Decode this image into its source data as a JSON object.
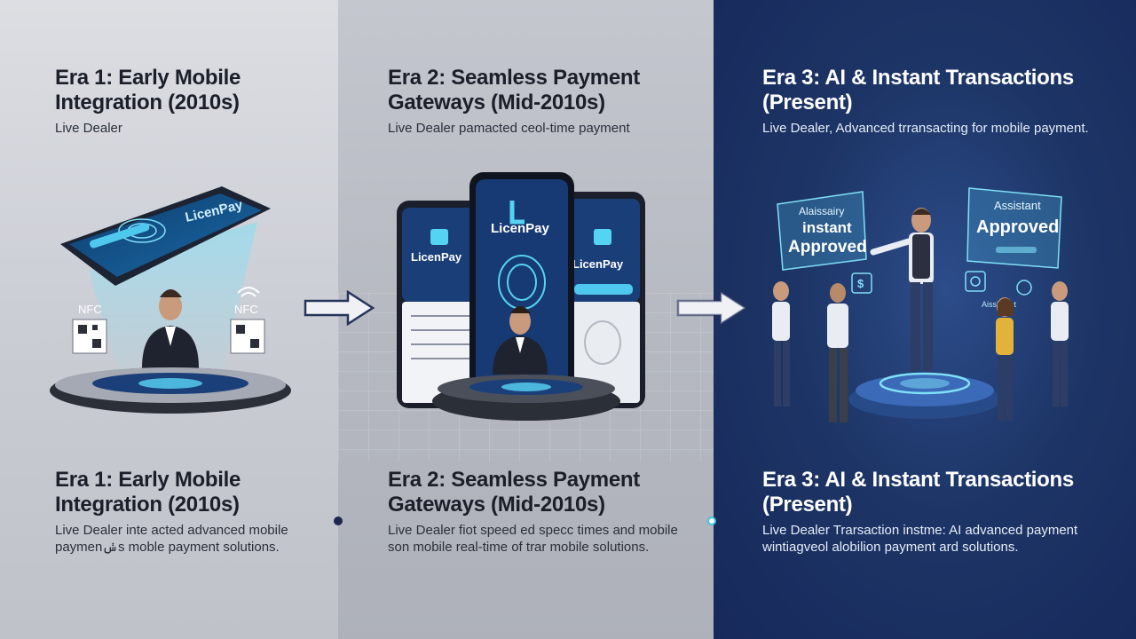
{
  "eras": [
    {
      "title_top": "Era 1: Early Mobile Integration (2010s)",
      "sub_top": "Live Dealer",
      "title_bottom": "Era 1: Early Mobile Integration (2010s)",
      "desc_bottom": "Live Dealer inte acted advanced mobile paymenݭs moble payment solutions.",
      "phone_brand": "LicenPay",
      "nfc_left": "NFC",
      "nfc_right": "NFC"
    },
    {
      "title_top": "Era 2: Seamless Payment Gateways (Mid-2010s)",
      "sub_top": "Live Dealer pamacted ceol-time payment",
      "title_bottom": "Era 2: Seamless Payment Gateways (Mid-2010s)",
      "desc_bottom": "Live Dealer fiot speed ed specc times and mobile son mobile real-time of trar mobile solutions.",
      "phone_left_brand": "LicenPay",
      "phone_center_brand": "LicenPay",
      "phone_right_brand": "LicenPay"
    },
    {
      "title_top": "Era 3: AI & Instant Transactions (Present)",
      "sub_top": "Live Dealer, Advanced trransacting for mobile payment.",
      "title_bottom": "Era 3: AI & Instant Transactions (Present)",
      "desc_bottom": "Live Dealer Trarsaction instme: AI advanced payment wintiagveol alobilion payment ard solutions.",
      "card_left_line1": "Alaissairy",
      "card_left_line2": "instant",
      "card_left_line3": "Approved",
      "card_right_line1": "Assistant",
      "card_right_line2": "Approved",
      "screen_label": "Aissitaant"
    }
  ],
  "colors": {
    "arrow_fill": "#f0f1f4",
    "arrow_stroke": "#26345c",
    "dot_dark": "#1c2650",
    "dot_light": "#39c6e0",
    "holo": "#52d4f2"
  }
}
